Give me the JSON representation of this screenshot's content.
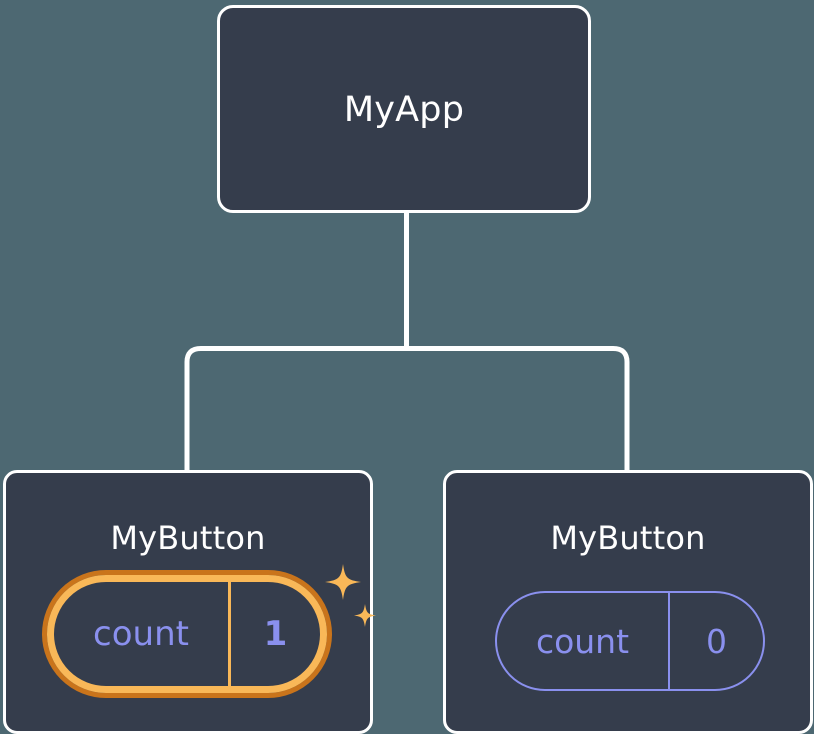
{
  "diagram": {
    "type": "component-tree",
    "background_color": "#4d6872",
    "node_fill_color": "#353d4c",
    "node_border_color": "#ffffff",
    "connector_color": "#ffffff",
    "state_accent_color": "#8a90ee",
    "highlight_outer_color": "#c9741b",
    "highlight_inner_color": "#f9b858",
    "sparkle_color": "#f9b858"
  },
  "nodes": {
    "root": {
      "title": "MyApp"
    },
    "child_left": {
      "title": "MyButton",
      "state": {
        "key": "count",
        "value": "1",
        "highlighted": true
      }
    },
    "child_right": {
      "title": "MyButton",
      "state": {
        "key": "count",
        "value": "0",
        "highlighted": false
      }
    }
  },
  "icons": {
    "sparkle_large": "sparkle-icon",
    "sparkle_small": "sparkle-icon"
  }
}
